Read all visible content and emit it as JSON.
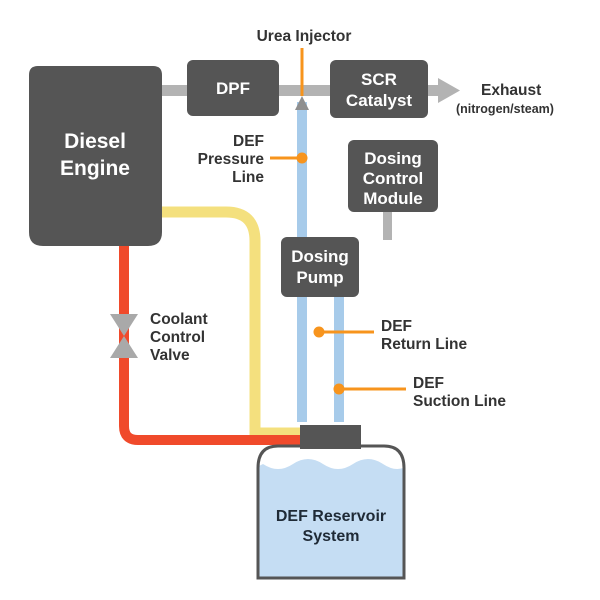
{
  "diagram": {
    "engine": {
      "line1": "Diesel",
      "line2": "Engine"
    },
    "dpf": {
      "label": "DPF"
    },
    "scr": {
      "line1": "SCR",
      "line2": "Catalyst"
    },
    "exhaust": {
      "line1": "Exhaust",
      "line2": "(nitrogen/steam)"
    },
    "urea_injector": {
      "label": "Urea Injector"
    },
    "def_pressure_line": {
      "line1": "DEF",
      "line2": "Pressure",
      "line3": "Line"
    },
    "dosing_control_module": {
      "line1": "Dosing",
      "line2": "Control",
      "line3": "Module"
    },
    "dosing_pump": {
      "line1": "Dosing",
      "line2": "Pump"
    },
    "coolant_control_valve": {
      "line1": "Coolant",
      "line2": "Control",
      "line3": "Valve"
    },
    "def_return_line": {
      "line1": "DEF",
      "line2": "Return Line"
    },
    "def_suction_line": {
      "line1": "DEF",
      "line2": "Suction Line"
    },
    "reservoir": {
      "line1": "DEF Reservoir",
      "line2": "System"
    },
    "colors": {
      "box": "#555555",
      "pipe": "#b3b3b3",
      "def_line": "#a7cbea",
      "coolant_hot": "#f04a2b",
      "coolant_cool": "#f4e07e",
      "callout": "#f7941d",
      "reservoir_fluid": "#c5ddf3"
    }
  }
}
